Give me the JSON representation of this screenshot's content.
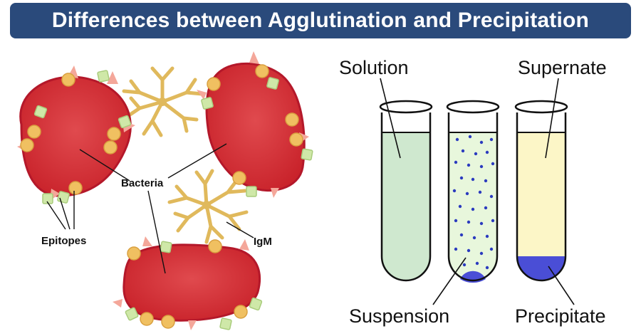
{
  "title": "Differences between Agglutination and Precipitation",
  "colors": {
    "title_bg": "#2a4a7b",
    "bacteria": "#c9232b",
    "bacteria_edge": "#b4182a",
    "epitope": "#f0c061",
    "antigen_square": "#cfe8a8",
    "antibody": "#e0b95c",
    "solution": "#cfe8cf",
    "suspension": "#e8f7dc",
    "particle": "#2b3bbf",
    "supernate": "#fcf6c7",
    "precipitate": "#4a4ed6"
  },
  "agglutination": {
    "labels": {
      "bacteria": "Bacteria",
      "epitopes": "Epitopes",
      "igm": "IgM"
    }
  },
  "precipitation": {
    "labels": {
      "solution": "Solution",
      "supernate": "Supernate",
      "suspension": "Suspension",
      "precipitate": "Precipitate"
    }
  }
}
